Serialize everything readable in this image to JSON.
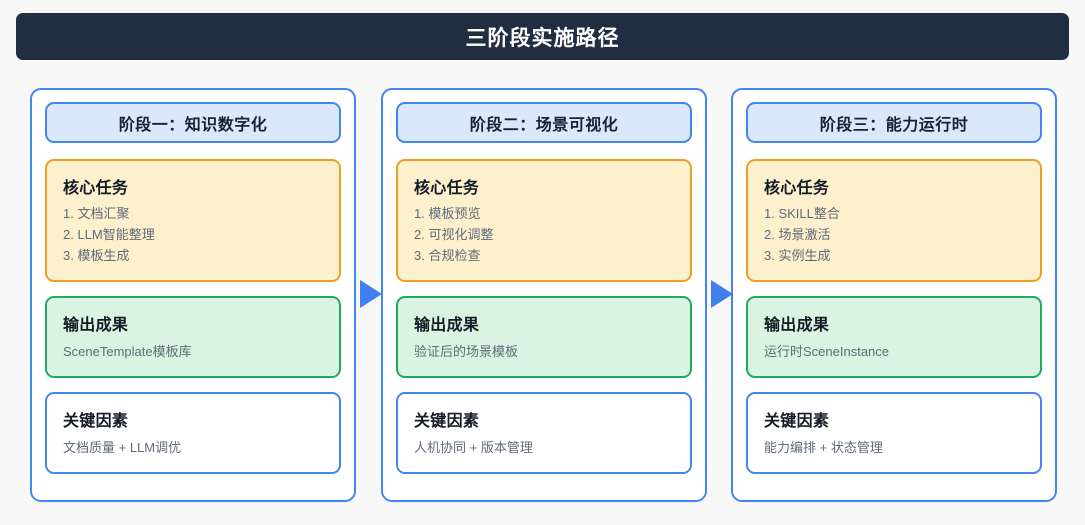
{
  "header": {
    "title": "三阶段实施路径"
  },
  "connectors": [
    {
      "name": "arrow-phase1-to-phase2",
      "glyph": "right-triangle-arrow",
      "color": "#3f7ff0"
    },
    {
      "name": "arrow-phase2-to-phase3",
      "glyph": "right-triangle-arrow",
      "color": "#3f7ff0"
    }
  ],
  "colors": {
    "background": "#f8f8f8",
    "title_bar": "#212e42",
    "phase_border": "#4285f4",
    "phase_header_fill": "#dbe7fb",
    "tasks_fill": "#fdf0cd",
    "tasks_border": "#eda020",
    "output_fill": "#d9f5e2",
    "output_border": "#1fab5f",
    "factors_fill": "#ffffff",
    "factors_border": "#4285f4",
    "arrow": "#3f7ff0",
    "body_text": "#5f6b7a",
    "heading_text": "#141b26"
  },
  "phases": [
    {
      "header": "阶段一：知识数字化",
      "tasks": {
        "title": "核心任务",
        "items": [
          "1. 文档汇聚",
          "2. LLM智能整理",
          "3. 模板生成"
        ]
      },
      "output": {
        "title": "输出成果",
        "text": "SceneTemplate模板库"
      },
      "factors": {
        "title": "关键因素",
        "text": "文档质量 + LLM调优"
      }
    },
    {
      "header": "阶段二：场景可视化",
      "tasks": {
        "title": "核心任务",
        "items": [
          "1. 模板预览",
          "2. 可视化调整",
          "3. 合规检查"
        ]
      },
      "output": {
        "title": "输出成果",
        "text": "验证后的场景模板"
      },
      "factors": {
        "title": "关键因素",
        "text": "人机协同 + 版本管理"
      }
    },
    {
      "header": "阶段三：能力运行时",
      "tasks": {
        "title": "核心任务",
        "items": [
          "1. SKILL整合",
          "2. 场景激活",
          "3. 实例生成"
        ]
      },
      "output": {
        "title": "输出成果",
        "text": "运行时SceneInstance"
      },
      "factors": {
        "title": "关键因素",
        "text": "能力编排 + 状态管理"
      }
    }
  ]
}
